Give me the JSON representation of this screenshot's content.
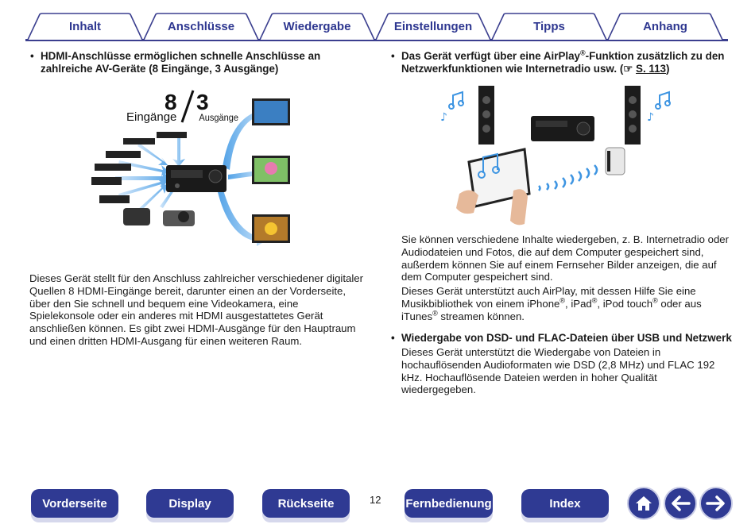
{
  "tabs": [
    "Inhalt",
    "Anschlüsse",
    "Wiedergabe",
    "Einstellungen",
    "Tipps",
    "Anhang"
  ],
  "left": {
    "bullet_title": "HDMI-Anschlüsse ermöglichen schnelle Anschlüsse an zahlreiche AV-Geräte (8 Eingänge, 3 Ausgänge)",
    "figure": {
      "in_count": "8",
      "out_count": "3",
      "in_label": "Eingänge",
      "out_label": "Ausgänge"
    },
    "body": "Dieses Gerät stellt für den Anschluss zahlreicher verschiedener digitaler Quellen 8 HDMI-Eingänge bereit, darunter einen an der Vorderseite, über den Sie schnell und bequem eine Videokamera, eine Spielekonsole oder ein anderes mit HDMI ausgestattetes Gerät anschließen können. Es gibt zwei HDMI-Ausgänge für den Hauptraum und einen dritten HDMI-Ausgang für einen weiteren Raum."
  },
  "right": {
    "bullet1_title_a": "Das Gerät verfügt über eine AirPlay",
    "bullet1_title_reg": "®",
    "bullet1_title_b": "-Funktion zusätzlich zu den Netzwerkfunktionen wie Internetradio usw.",
    "bullet1_ref": "S. 113",
    "para1": "Sie können verschiedene Inhalte wiedergeben, z. B. Internetradio oder Audiodateien und Fotos, die auf dem Computer gespeichert sind, außerdem können Sie auf einem Fernseher Bilder anzeigen, die auf dem Computer gespeichert sind.",
    "para2_a": "Dieses Gerät unterstützt auch AirPlay, mit dessen Hilfe Sie eine Musikbibliothek von einem iPhone",
    "para2_b": ", iPad",
    "para2_c": ", iPod touch",
    "para2_d": " oder aus iTunes",
    "para2_e": " streamen können.",
    "reg": "®",
    "bullet2_title": "Wiedergabe von DSD- und FLAC-Dateien über USB und Netzwerk",
    "para3": "Dieses Gerät unterstützt die Wiedergabe von Dateien in hochauflösenden Audioformaten wie DSD (2,8 MHz) und FLAC 192 kHz. Hochauflösende Dateien werden in hoher Qualität wiedergegeben."
  },
  "bottom": {
    "page_number": "12",
    "buttons": [
      "Vorderseite",
      "Display",
      "Rückseite",
      "Fernbedienung",
      "Index"
    ]
  },
  "colors": {
    "brand": "#2f3a93",
    "accent": "#5aa8e8"
  }
}
